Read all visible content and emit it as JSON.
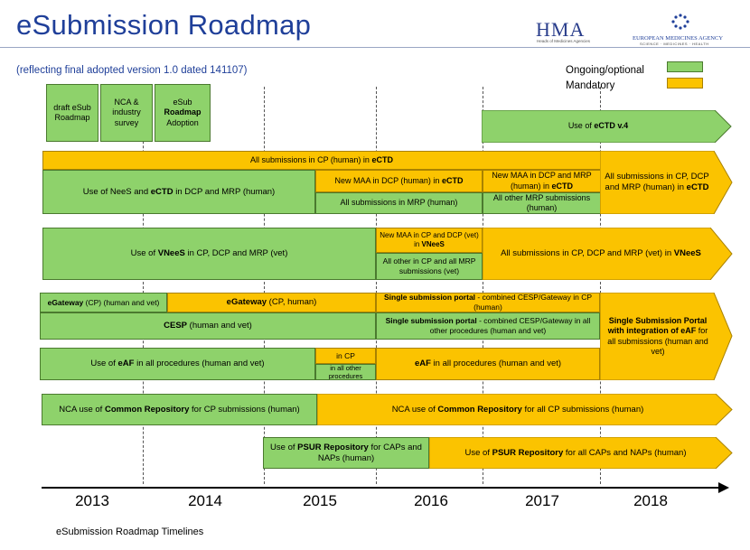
{
  "header": {
    "title": "eSubmission Roadmap",
    "subtitle": "(reflecting final adopted version 1.0 dated 141107)",
    "hma_logo": "HMA",
    "hma_logo_sub": "Heads of Medicines Agencies",
    "ema_logo": "EUROPEAN MEDICINES AGENCY",
    "ema_logo_sub": "SCIENCE · MEDICINES · HEALTH"
  },
  "legend": {
    "ongoing": "Ongoing/optional",
    "mandatory": "Mandatory",
    "ongoing_color": "#8ed26b",
    "mandatory_color": "#fbc300"
  },
  "milestones": {
    "draft": "draft eSub Roadmap",
    "nca_survey": "NCA & industry survey",
    "adoption_a": "eSub",
    "adoption_b": "Roadmap",
    "adoption_c": "Adoption"
  },
  "bars": {
    "ectd_v4": [
      "Use of ",
      "eCTD v.4"
    ],
    "cp_human_ectd": [
      "All submissions  in CP (human)  in ",
      "eCTD"
    ],
    "nees_ectd_human": [
      "Use of NeeS and ",
      "eCTD",
      " in DCP and MRP (human)"
    ],
    "new_maa_dcp": [
      "New MAA in DCP (human) in ",
      "eCTD"
    ],
    "mrp_human_2016": "All submissions in MRP (human)",
    "new_maa_dcp_mrp": [
      "New MAA in DCP and MRP (human) in ",
      "eCTD"
    ],
    "other_mrp": "All other MRP submissions (human)",
    "all_human_ectd": [
      "All submissions  in CP, DCP and MRP (human)  in ",
      "eCTD"
    ],
    "vnees_vet": [
      "Use of ",
      "VNeeS",
      " in CP, DCP and MRP (vet)"
    ],
    "new_maa_vet": [
      "New MAA in CP and DCP (vet)  in ",
      "VNeeS"
    ],
    "other_vet": "All other in CP and all MRP submissions (vet)",
    "all_vet_vnees": [
      "All submissions  in CP, DCP and MRP (vet) in ",
      "VNeeS"
    ],
    "egateway_cp": [
      "eGateway",
      " (CP) (human and vet)"
    ],
    "egateway_cp_human": [
      "eGateway",
      " (CP, human)"
    ],
    "ssp_cp": [
      "Single submission portal",
      " - combined CESP/Gateway in CP (human)"
    ],
    "cesp": [
      "CESP",
      " (human  and  vet)"
    ],
    "ssp_other": [
      "Single submission portal",
      " - combined CESP/Gateway in all other procedures (human and vet)"
    ],
    "ssp_eaf": [
      "Single Submission Portal with integration of eAF",
      " for all submissions (human and vet)"
    ],
    "eaf_all": [
      "Use of ",
      "eAF",
      " in all procedures  (human  and vet)"
    ],
    "eaf_cp": "in CP",
    "eaf_other": "in all other procedures",
    "eaf_mandatory": [
      "eAF",
      " in all procedures  (human  and vet)"
    ],
    "cr_cp": [
      "NCA use of ",
      "Common Repository",
      "  for CP submissions (human)"
    ],
    "cr_all_cp": [
      "NCA use of ",
      "Common Repository",
      "  for all CP submissions (human)"
    ],
    "psur_use": [
      "Use of ",
      "PSUR  Repository",
      "  for CAPs and NAPs (human)"
    ],
    "psur_mandatory": [
      "Use of ",
      "PSUR  Repository",
      "  for all CAPs and NAPs (human)"
    ]
  },
  "timeline": {
    "years": [
      "2013",
      "2014",
      "2015",
      "2016",
      "2017",
      "2018"
    ]
  },
  "footer": "eSubmission  Roadmap Timelines"
}
